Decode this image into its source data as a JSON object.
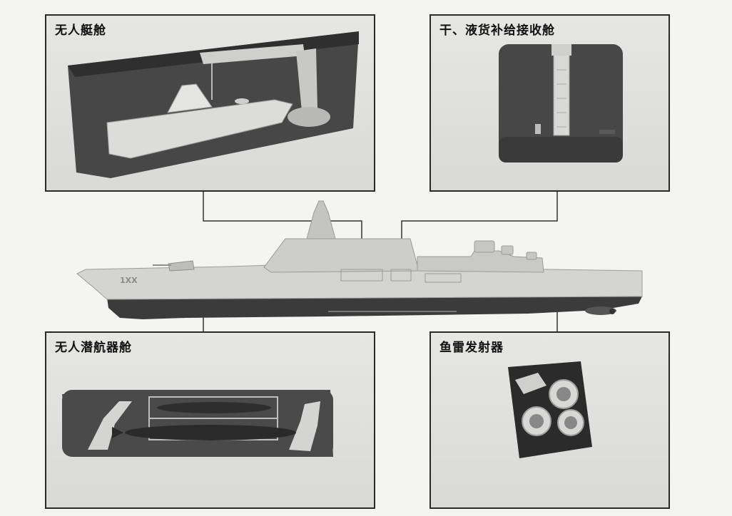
{
  "panels": {
    "usv_bay": {
      "title": "无人艇舱",
      "icon": "usv-boat-icon"
    },
    "replenishment_bay": {
      "title": "干、液货补给接收舱",
      "icon": "fuel-receiving-column-icon"
    },
    "uuv_bay": {
      "title": "无人潜航器舱",
      "icon": "uuv-torpedo-icon"
    },
    "torpedo_launcher": {
      "title": "鱼雷发射器",
      "icon": "torpedo-tube-icon"
    }
  },
  "ship": {
    "hull_marking": "1XX",
    "icon": "warship-side-view-icon"
  },
  "colors": {
    "line": "#333333",
    "panel_border": "#2a2a2a",
    "hull": "#d4d4d2",
    "hull_dark": "#3b3b3b"
  }
}
